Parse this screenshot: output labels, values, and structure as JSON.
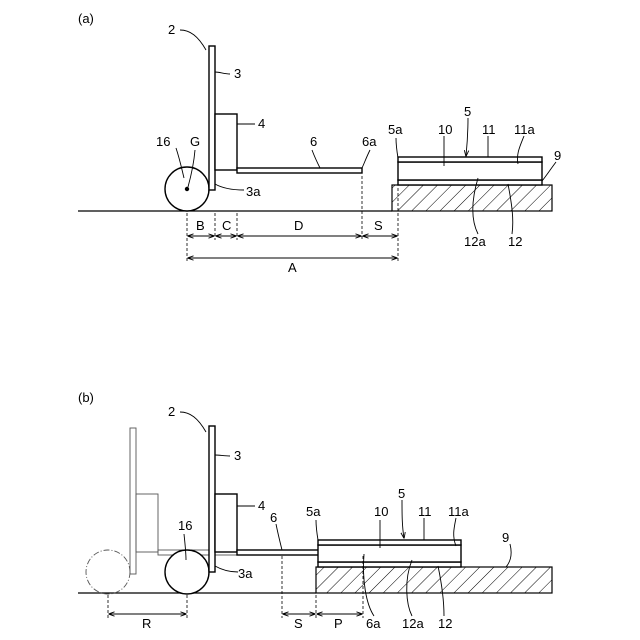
{
  "panel_a": {
    "label": "(a)",
    "refs": {
      "truck": "2",
      "mast": "3",
      "mast_lower": "3a",
      "backrest": "4",
      "fork": "6",
      "fork_tip": "6a",
      "pallet": "5",
      "pallet_edge": "5a",
      "load": "10",
      "upper_deck": "11",
      "upper_deck_face": "11a",
      "lower_deck": "12",
      "lower_deck_face": "12a",
      "floor": "9",
      "wheel": "16",
      "center": "G"
    },
    "dimensions": {
      "b": "B",
      "c": "C",
      "d": "D",
      "s": "S",
      "a": "A"
    }
  },
  "panel_b": {
    "label": "(b)",
    "refs": {
      "truck": "2",
      "mast": "3",
      "mast_lower": "3a",
      "backrest": "4",
      "fork": "6",
      "fork_tip": "6a",
      "pallet": "5",
      "pallet_edge": "5a",
      "load": "10",
      "upper_deck": "11",
      "upper_deck_face": "11a",
      "lower_deck": "12",
      "lower_deck_face": "12a",
      "floor": "9",
      "wheel": "16"
    },
    "dimensions": {
      "r": "R",
      "s": "S",
      "p": "P"
    }
  }
}
